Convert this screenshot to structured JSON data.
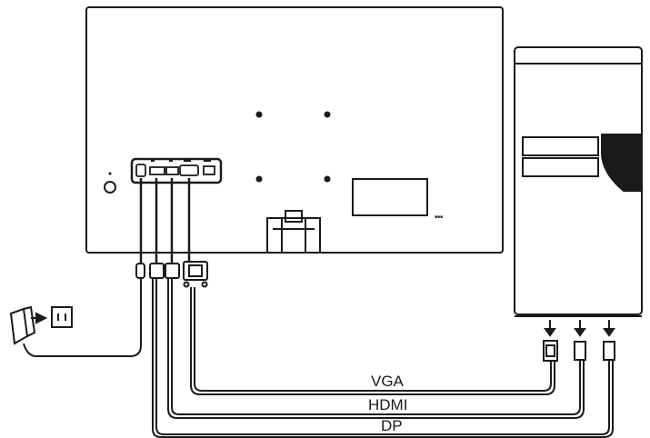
{
  "cables": {
    "vga": "VGA",
    "hdmi": "HDMI",
    "dp": "DP"
  },
  "monitor": {
    "label_marking": "■■■"
  },
  "colors": {
    "line": "#1a1a1a",
    "background": "#ffffff"
  }
}
